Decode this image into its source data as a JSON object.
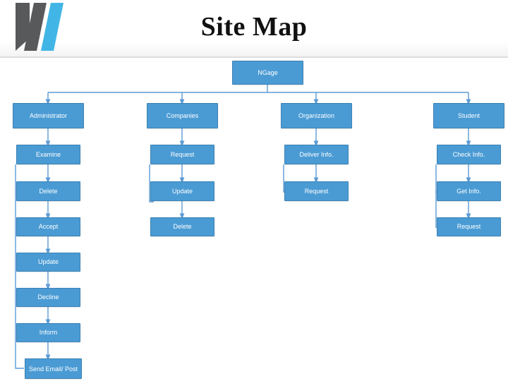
{
  "header": {
    "title": "Site Map",
    "decoration_color_dark": "#58595b",
    "decoration_color_blue": "#41b6e6"
  },
  "diagram": {
    "node_fill": "#4a9bd4",
    "node_border": "#3b82b4",
    "connector_color": "#5b9bd5",
    "root": {
      "label": "NGage"
    },
    "branches": [
      {
        "name": "administrator",
        "header": "Administrator",
        "items": [
          "Examine",
          "Delete",
          "Accept",
          "Update",
          "Decline",
          "Inform",
          "Send Email/ Post"
        ]
      },
      {
        "name": "companies",
        "header": "Companies",
        "items": [
          "Request",
          "Update",
          "Delete"
        ]
      },
      {
        "name": "organization",
        "header": "Organization",
        "items": [
          "Deliver Info.",
          "Request"
        ]
      },
      {
        "name": "student",
        "header": "Student",
        "items": [
          "Check Info.",
          "Get Info.",
          "Request"
        ]
      }
    ]
  }
}
